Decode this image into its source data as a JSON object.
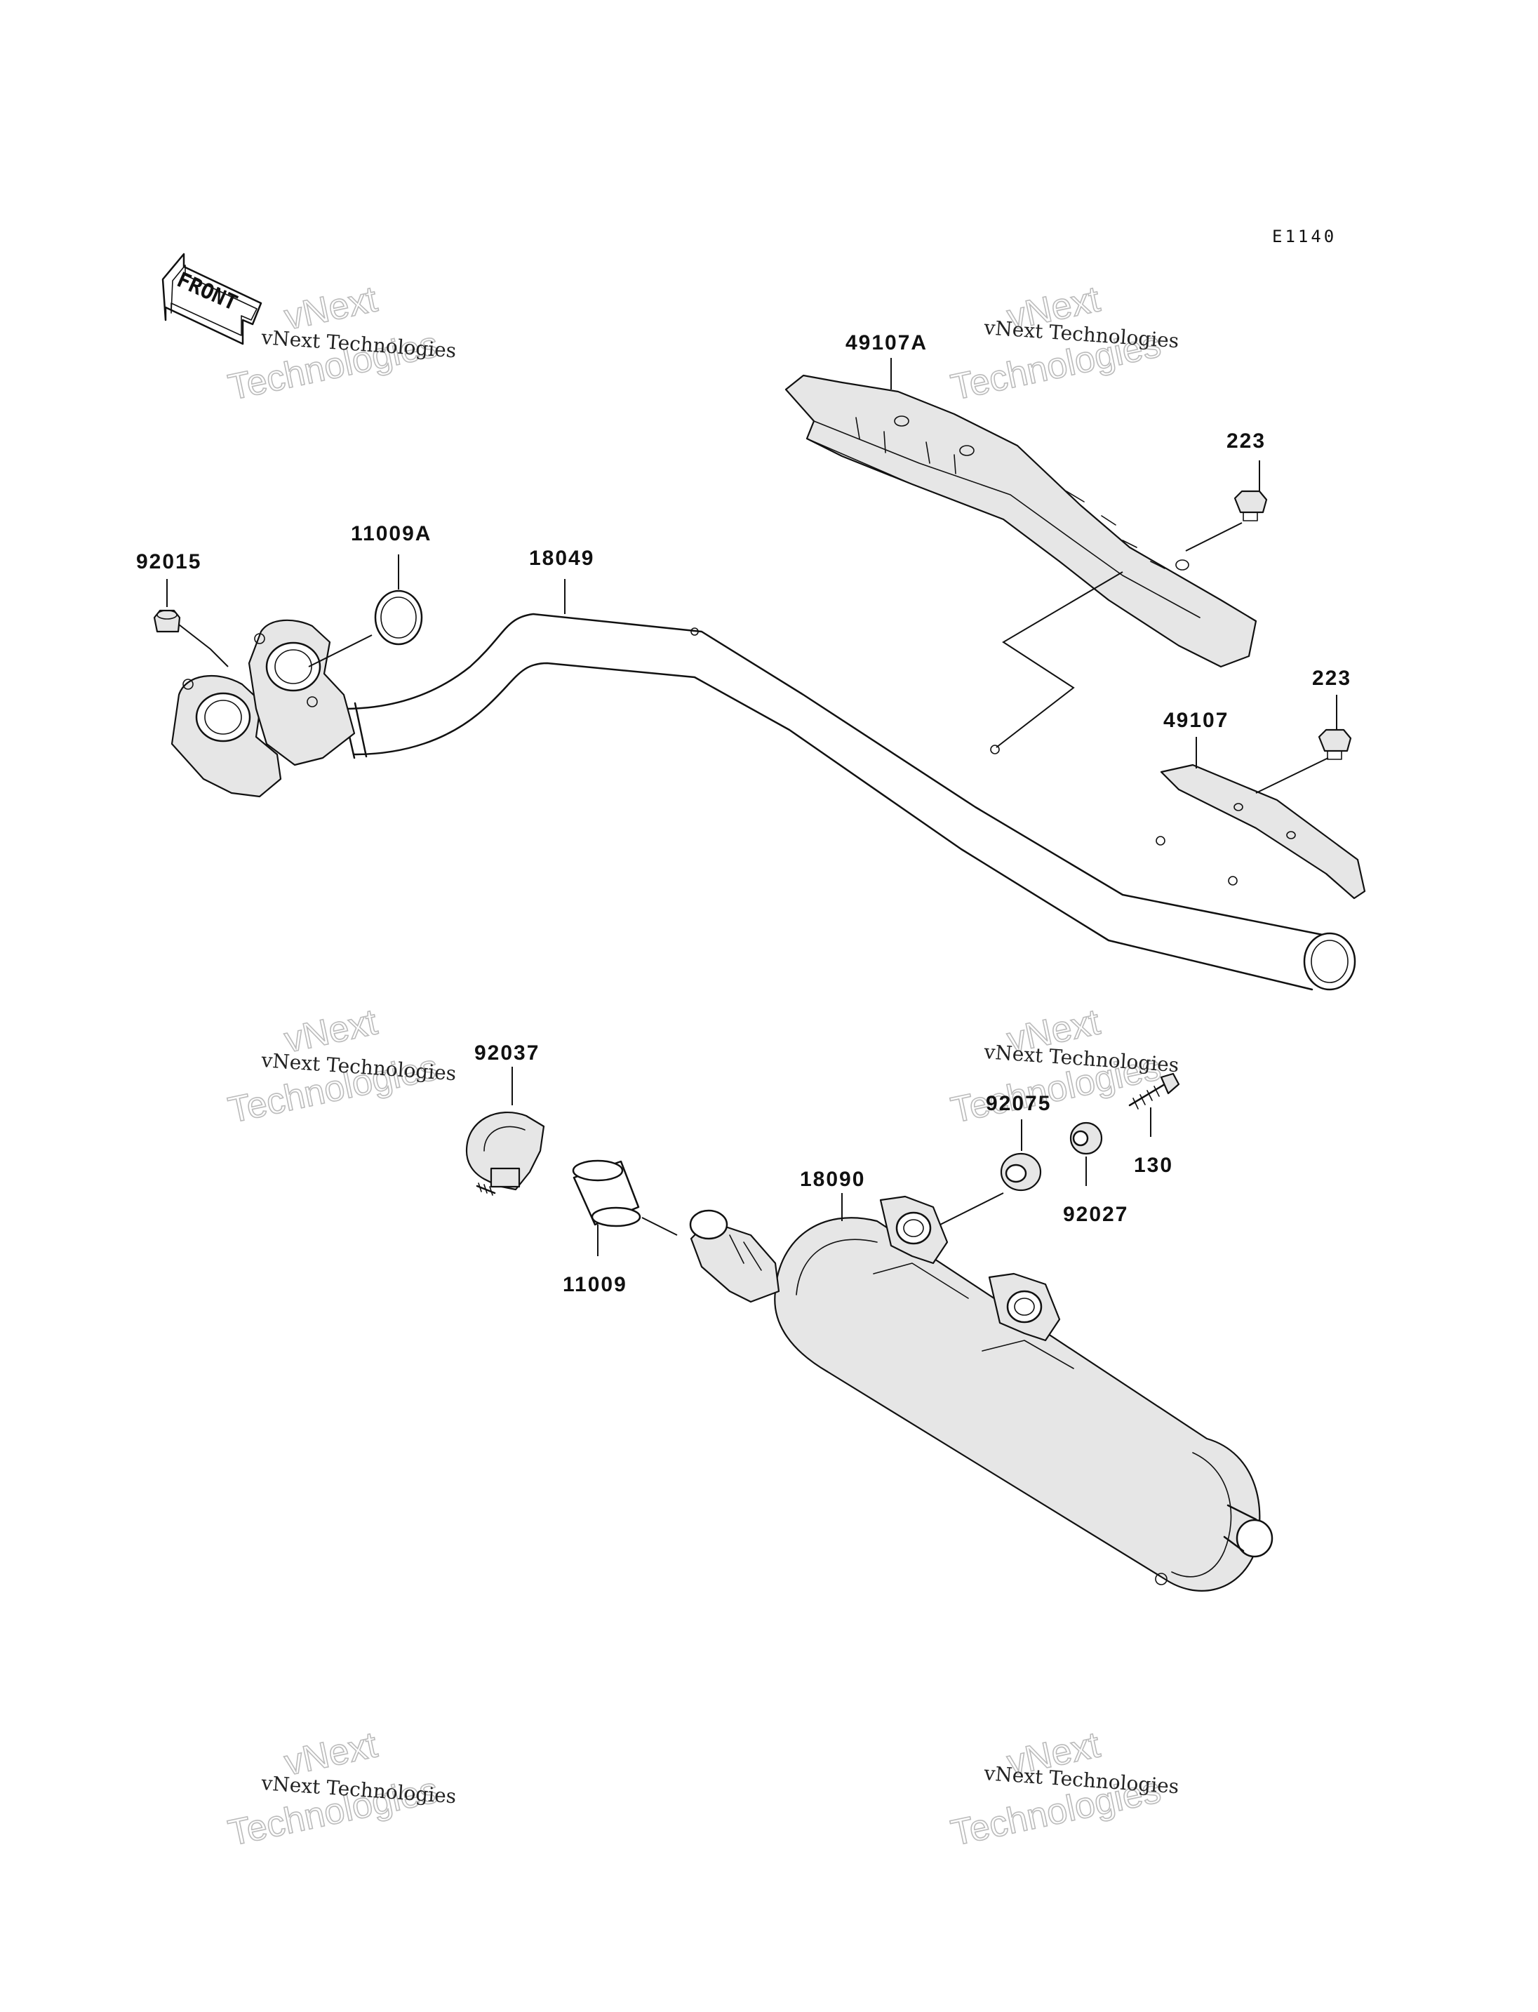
{
  "diagram_code": "E1140",
  "front_arrow_label": "FRONT",
  "watermark": {
    "line1": "vNext Technologies",
    "big_top": "vNext",
    "big_bottom": "Technologies"
  },
  "parts": {
    "p49107A": "49107A",
    "p223_upper": "223",
    "p223_lower": "223",
    "p49107": "49107",
    "p92015": "92015",
    "p11009A": "11009A",
    "p18049": "18049",
    "p92037": "92037",
    "p92075": "92075",
    "p130": "130",
    "p92027": "92027",
    "p18090": "18090",
    "p11009": "11009"
  }
}
